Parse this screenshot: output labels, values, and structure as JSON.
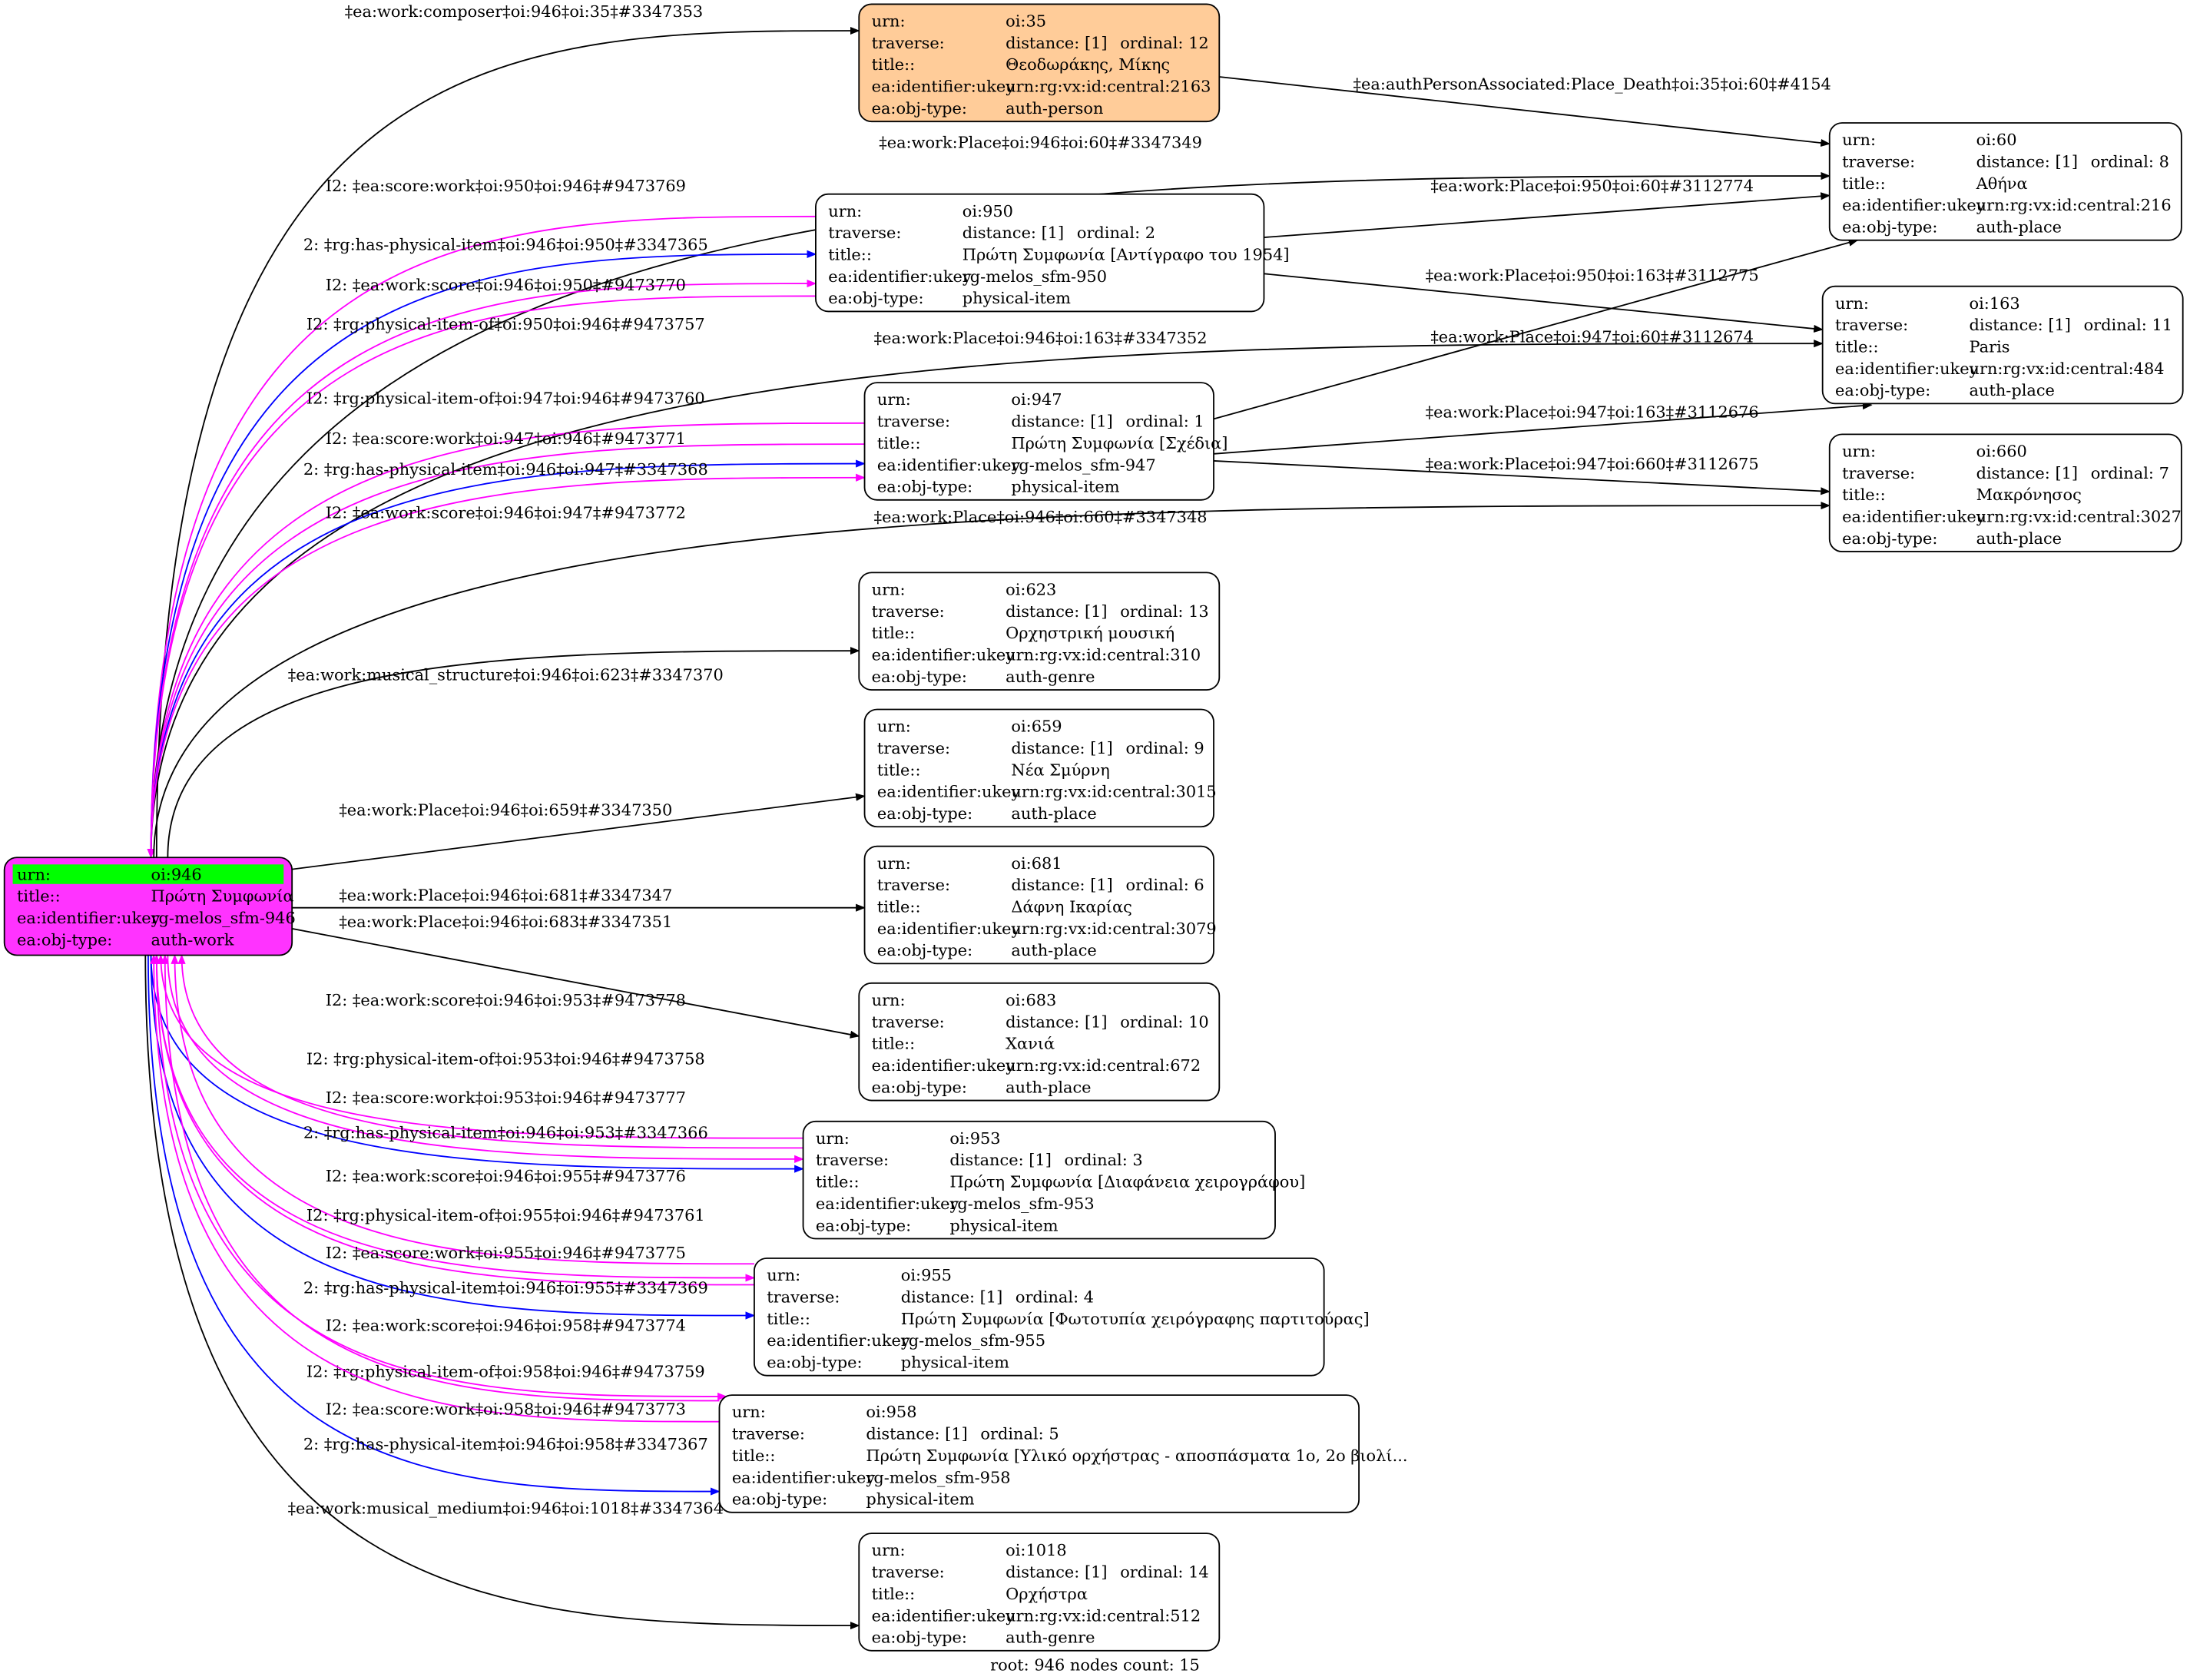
{
  "colors": {
    "root_fill": "#ff33ff",
    "root_header": "#00ff00",
    "person_fill": "#ffcc99",
    "node_fill": "#ffffff",
    "edge_default": "#000000",
    "edge_physical": "#0000ff",
    "edge_score": "#ff00ff"
  },
  "field_labels": {
    "urn": "urn:",
    "traverse": "traverse:",
    "title": "title::",
    "ukey": "ea:identifier:ukey",
    "type": "ea:obj-type:"
  },
  "nodes": [
    {
      "id": "946",
      "urn": "oi:946",
      "title": "Πρώτη Συμφωνία",
      "ukey": "rg-melos_sfm-946",
      "type": "auth-work"
    },
    {
      "id": "35",
      "urn": "oi:35",
      "distance": "distance: [1]",
      "ordinal": "ordinal: 12",
      "title": "Θεοδωράκης, Μίκης",
      "ukey": "urn:rg:vx:id:central:2163",
      "type": "auth-person"
    },
    {
      "id": "60",
      "urn": "oi:60",
      "distance": "distance: [1]",
      "ordinal": "ordinal: 8",
      "title": "Αθήνα",
      "ukey": "urn:rg:vx:id:central:216",
      "type": "auth-place"
    },
    {
      "id": "950",
      "urn": "oi:950",
      "distance": "distance: [1]",
      "ordinal": "ordinal: 2",
      "title": "Πρώτη Συμφωνία [Αντίγραφο του 1954]",
      "ukey": "rg-melos_sfm-950",
      "type": "physical-item"
    },
    {
      "id": "163",
      "urn": "oi:163",
      "distance": "distance: [1]",
      "ordinal": "ordinal: 11",
      "title": "Paris",
      "ukey": "urn:rg:vx:id:central:484",
      "type": "auth-place"
    },
    {
      "id": "947",
      "urn": "oi:947",
      "distance": "distance: [1]",
      "ordinal": "ordinal: 1",
      "title": "Πρώτη Συμφωνία [Σχέδια]",
      "ukey": "rg-melos_sfm-947",
      "type": "physical-item"
    },
    {
      "id": "660",
      "urn": "oi:660",
      "distance": "distance: [1]",
      "ordinal": "ordinal: 7",
      "title": "Μακρόνησος",
      "ukey": "urn:rg:vx:id:central:3027",
      "type": "auth-place"
    },
    {
      "id": "623",
      "urn": "oi:623",
      "distance": "distance: [1]",
      "ordinal": "ordinal: 13",
      "title": "Ορχηστρική μουσική",
      "ukey": "urn:rg:vx:id:central:310",
      "type": "auth-genre"
    },
    {
      "id": "659",
      "urn": "oi:659",
      "distance": "distance: [1]",
      "ordinal": "ordinal: 9",
      "title": "Νέα Σμύρνη",
      "ukey": "urn:rg:vx:id:central:3015",
      "type": "auth-place"
    },
    {
      "id": "681",
      "urn": "oi:681",
      "distance": "distance: [1]",
      "ordinal": "ordinal: 6",
      "title": "Δάφνη Ικαρίας",
      "ukey": "urn:rg:vx:id:central:3079",
      "type": "auth-place"
    },
    {
      "id": "683",
      "urn": "oi:683",
      "distance": "distance: [1]",
      "ordinal": "ordinal: 10",
      "title": "Χανιά",
      "ukey": "urn:rg:vx:id:central:672",
      "type": "auth-place"
    },
    {
      "id": "953",
      "urn": "oi:953",
      "distance": "distance: [1]",
      "ordinal": "ordinal: 3",
      "title": "Πρώτη Συμφωνία [Διαφάνεια χειρογράφου]",
      "ukey": "rg-melos_sfm-953",
      "type": "physical-item"
    },
    {
      "id": "955",
      "urn": "oi:955",
      "distance": "distance: [1]",
      "ordinal": "ordinal: 4",
      "title": "Πρώτη Συμφωνία [Φωτοτυπία χειρόγραφης παρτιτούρας]",
      "ukey": "rg-melos_sfm-955",
      "type": "physical-item"
    },
    {
      "id": "958",
      "urn": "oi:958",
      "distance": "distance: [1]",
      "ordinal": "ordinal: 5",
      "title": "Πρώτη Συμφωνία [Υλικό ορχήστρας - αποσπάσματα 1ο, 2ο βιολί...",
      "ukey": "rg-melos_sfm-958",
      "type": "physical-item"
    },
    {
      "id": "1018",
      "urn": "oi:1018",
      "distance": "distance: [1]",
      "ordinal": "ordinal: 14",
      "title": "Ορχήστρα",
      "ukey": "urn:rg:vx:id:central:512",
      "type": "auth-genre"
    }
  ],
  "edges": [
    {
      "label": "‡ea:work:composer‡oi:946‡oi:35‡#3347353"
    },
    {
      "label": "‡ea:authPersonAssociated:Place_Death‡oi:35‡oi:60‡#4154"
    },
    {
      "label": "‡ea:work:Place‡oi:946‡oi:60‡#3347349"
    },
    {
      "label": "I2: ‡ea:score:work‡oi:950‡oi:946‡#9473769"
    },
    {
      "label": "2: ‡rg:has-physical-item‡oi:946‡oi:950‡#3347365"
    },
    {
      "label": "I2: ‡ea:work:score‡oi:946‡oi:950‡#9473770"
    },
    {
      "label": "I2: ‡rg:physical-item-of‡oi:950‡oi:946‡#9473757"
    },
    {
      "label": "‡ea:work:Place‡oi:950‡oi:60‡#3112774"
    },
    {
      "label": "‡ea:work:Place‡oi:950‡oi:163‡#3112775"
    },
    {
      "label": "‡ea:work:Place‡oi:946‡oi:163‡#3347352"
    },
    {
      "label": "‡ea:work:Place‡oi:947‡oi:60‡#3112674"
    },
    {
      "label": "I2: ‡rg:physical-item-of‡oi:947‡oi:946‡#9473760"
    },
    {
      "label": "I2: ‡ea:score:work‡oi:947‡oi:946‡#9473771"
    },
    {
      "label": "2: ‡rg:has-physical-item‡oi:946‡oi:947‡#3347368"
    },
    {
      "label": "I2: ‡ea:work:score‡oi:946‡oi:947‡#9473772"
    },
    {
      "label": "‡ea:work:Place‡oi:947‡oi:163‡#3112676"
    },
    {
      "label": "‡ea:work:Place‡oi:947‡oi:660‡#3112675"
    },
    {
      "label": "‡ea:work:Place‡oi:946‡oi:660‡#3347348"
    },
    {
      "label": "‡ea:work:musical_structure‡oi:946‡oi:623‡#3347370"
    },
    {
      "label": "‡ea:work:Place‡oi:946‡oi:659‡#3347350"
    },
    {
      "label": "‡ea:work:Place‡oi:946‡oi:681‡#3347347"
    },
    {
      "label": "‡ea:work:Place‡oi:946‡oi:683‡#3347351"
    },
    {
      "label": "I2: ‡ea:work:score‡oi:946‡oi:953‡#9473778"
    },
    {
      "label": "I2: ‡rg:physical-item-of‡oi:953‡oi:946‡#9473758"
    },
    {
      "label": "I2: ‡ea:score:work‡oi:953‡oi:946‡#9473777"
    },
    {
      "label": "2: ‡rg:has-physical-item‡oi:946‡oi:953‡#3347366"
    },
    {
      "label": "I2: ‡ea:work:score‡oi:946‡oi:955‡#9473776"
    },
    {
      "label": "I2: ‡rg:physical-item-of‡oi:955‡oi:946‡#9473761"
    },
    {
      "label": "I2: ‡ea:score:work‡oi:955‡oi:946‡#9473775"
    },
    {
      "label": "2: ‡rg:has-physical-item‡oi:946‡oi:955‡#3347369"
    },
    {
      "label": "I2: ‡ea:work:score‡oi:946‡oi:958‡#9473774"
    },
    {
      "label": "I2: ‡rg:physical-item-of‡oi:958‡oi:946‡#9473759"
    },
    {
      "label": "I2: ‡ea:score:work‡oi:958‡oi:946‡#9473773"
    },
    {
      "label": "2: ‡rg:has-physical-item‡oi:946‡oi:958‡#3347367"
    },
    {
      "label": "‡ea:work:musical_medium‡oi:946‡oi:1018‡#3347364"
    }
  ],
  "footer": "root: 946 nodes count: 15"
}
